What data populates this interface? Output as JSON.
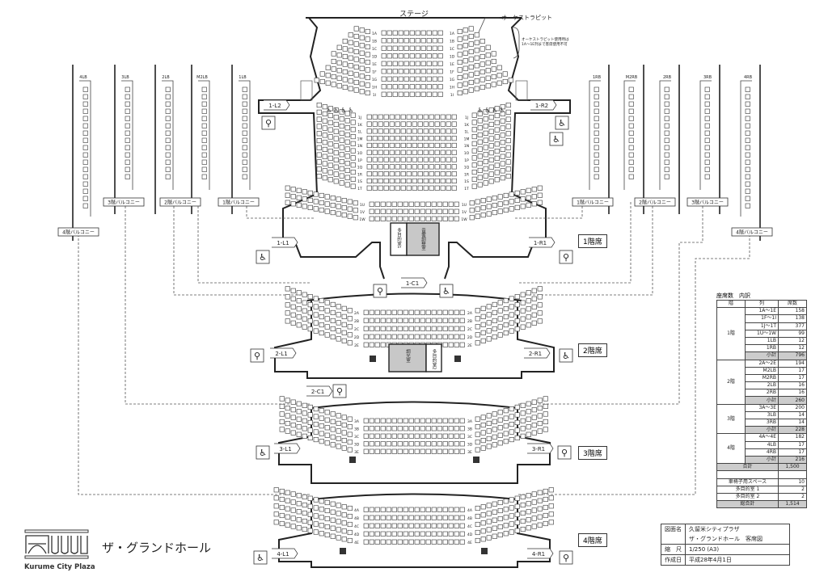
{
  "stage": {
    "label": "ステージ",
    "orchestra_pit": "オーケストラピット",
    "pit_note": [
      "オーケストラピット使用時は",
      "1A～1E列まで客席使用不可"
    ]
  },
  "floors": {
    "f1": {
      "label": "1階席",
      "row_groups": [
        [
          "1A",
          "1B",
          "1C",
          "1D",
          "1E",
          "1F",
          "1G",
          "1H",
          "1I"
        ],
        [
          "1J",
          "1K",
          "1L",
          "1M",
          "1N",
          "1O",
          "1P",
          "1Q",
          "1R",
          "1S",
          "1T"
        ],
        [
          "1U",
          "1V",
          "1W"
        ]
      ],
      "rooms": [
        "多目的室1",
        "音響調整室"
      ]
    },
    "f2": {
      "label": "2階席",
      "rows": [
        "2A",
        "2B",
        "2C",
        "2D",
        "2E"
      ],
      "rooms": [
        "調光室",
        "多目的室2"
      ]
    },
    "f3": {
      "label": "3階席",
      "rows": [
        "3A",
        "3B",
        "3C",
        "3D",
        "3E"
      ]
    },
    "f4": {
      "label": "4階席",
      "rows": [
        "4A",
        "4B",
        "4C",
        "4D",
        "4E"
      ]
    }
  },
  "doors": [
    "1-L2",
    "1-R2",
    "1-L1",
    "1-R1",
    "1-C1",
    "2-L1",
    "2-R1",
    "2-C1",
    "3-L1",
    "3-R1",
    "4-L1",
    "4-R1"
  ],
  "boxes": {
    "left": [
      "4LB",
      "3LB",
      "2LB",
      "M2LB",
      "1LB"
    ],
    "right": [
      "1RB",
      "M2RB",
      "2RB",
      "3RB",
      "4RB"
    ]
  },
  "balconies": {
    "left": [
      "4階バルコニー",
      "3階バルコニー",
      "2階バルコニー",
      "1階バルコニー"
    ],
    "right": [
      "1階バルコニー",
      "2階バルコニー",
      "3階バルコニー",
      "4階バルコニー"
    ]
  },
  "seat_table": {
    "title": "座席数　内訳",
    "headers": [
      "階",
      "列",
      "席数"
    ],
    "floors": [
      {
        "floor": "1階",
        "rows": [
          [
            "1A～1E",
            "158"
          ],
          [
            "1F～1I",
            "138"
          ],
          [
            "1J～1T",
            "377"
          ],
          [
            "1U～1W",
            "99"
          ],
          [
            "1LB",
            "12"
          ],
          [
            "1RB",
            "12"
          ]
        ],
        "subtotal_label": "小計",
        "subtotal": "796"
      },
      {
        "floor": "2階",
        "rows": [
          [
            "2A～2E",
            "194"
          ],
          [
            "M2LB",
            "17"
          ],
          [
            "M2RB",
            "17"
          ],
          [
            "2LB",
            "16"
          ],
          [
            "2RB",
            "16"
          ]
        ],
        "subtotal_label": "小計",
        "subtotal": "260"
      },
      {
        "floor": "3階",
        "rows": [
          [
            "3A～3E",
            "200"
          ],
          [
            "3LB",
            "14"
          ],
          [
            "3RB",
            "14"
          ]
        ],
        "subtotal_label": "小計",
        "subtotal": "228"
      },
      {
        "floor": "4階",
        "rows": [
          [
            "4A～4E",
            "182"
          ],
          [
            "4LB",
            "17"
          ],
          [
            "4RB",
            "17"
          ]
        ],
        "subtotal_label": "小計",
        "subtotal": "216"
      }
    ],
    "total_label": "合計",
    "total": "1,500",
    "extras": [
      [
        "車椅子用スペース",
        "10"
      ],
      [
        "多目的室 1",
        "2"
      ],
      [
        "多目的室 2",
        "2"
      ]
    ],
    "grand_total_label": "総合計",
    "grand_total": "1,514"
  },
  "title_block": {
    "drawing_name_label": "図面名",
    "drawing_name": [
      "久留米シティプラザ",
      "ザ・グランドホール　客席図"
    ],
    "scale_label": "縮　尺",
    "scale": "1/250 (A3)",
    "date_label": "作成日",
    "date": "平成28年4月1日"
  },
  "logo": {
    "text": "Kurume City Plaza",
    "hall_name": "ザ・グランドホール"
  }
}
